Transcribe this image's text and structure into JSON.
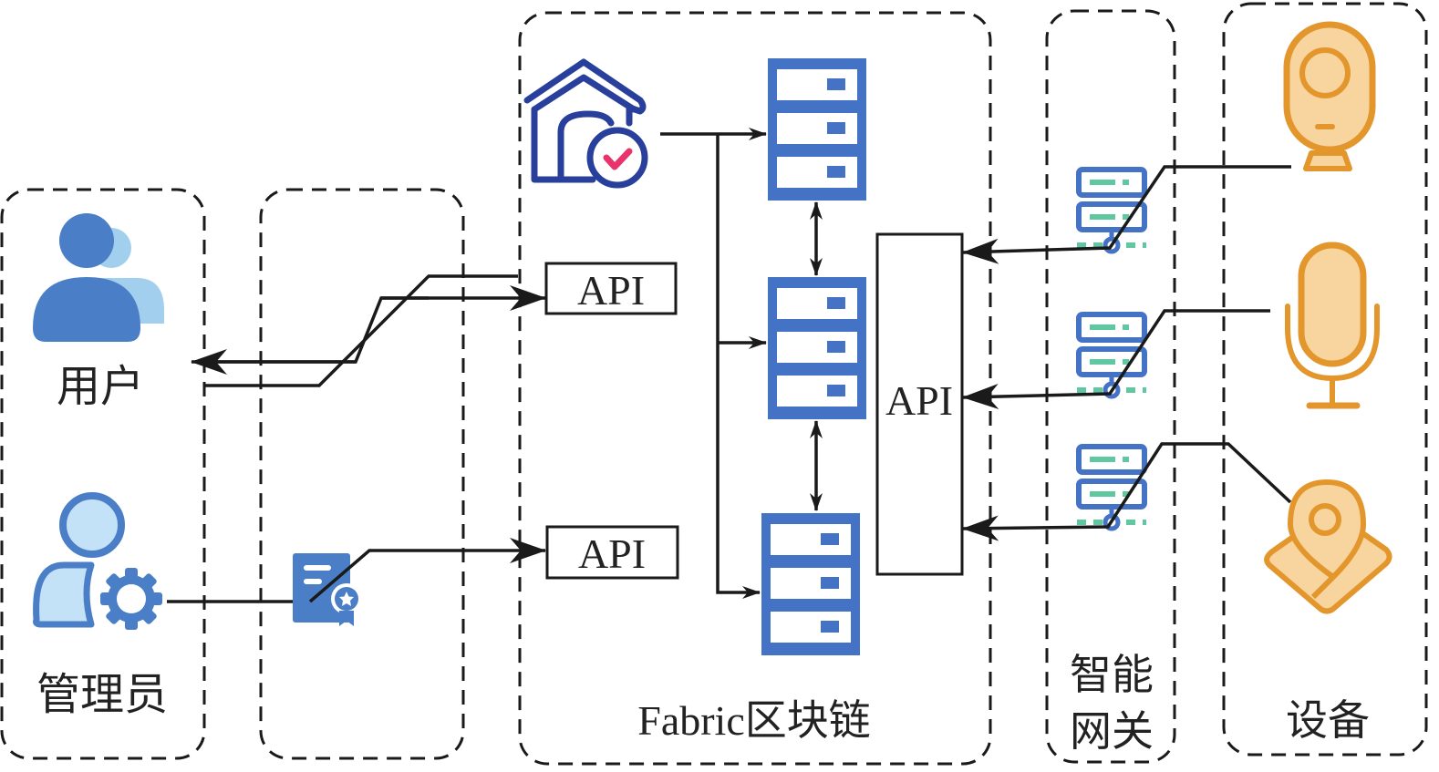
{
  "groups": {
    "user_group": "",
    "middle_group": "",
    "blockchain_group": "Fabric区块链",
    "gateway_group": [
      "智能",
      "网关"
    ],
    "device_group": "设备"
  },
  "labels": {
    "user": "用户",
    "admin": "管理员",
    "api_top": "API",
    "api_bottom": "API",
    "api_vertical": "API"
  },
  "icons": {
    "user": "users-icon",
    "admin": "user-gear-icon",
    "certificate": "certificate-icon",
    "house": "house-check-icon",
    "servers": [
      "server-icon",
      "server-icon",
      "server-icon"
    ],
    "gateways": [
      "gateway-server-icon",
      "gateway-server-icon",
      "gateway-server-icon"
    ],
    "devices": [
      "camera-icon",
      "microphone-icon",
      "location-icon"
    ]
  },
  "colors": {
    "blue": "#4472c4",
    "user_blue": "#4a7fc8",
    "user_light": "#a3cfee",
    "house_navy": "#283f9b",
    "check_pink": "#e8336b",
    "gateway_green": "#5fc8a0",
    "orange": "#e3962c",
    "orange_fill": "#f8d49e"
  }
}
